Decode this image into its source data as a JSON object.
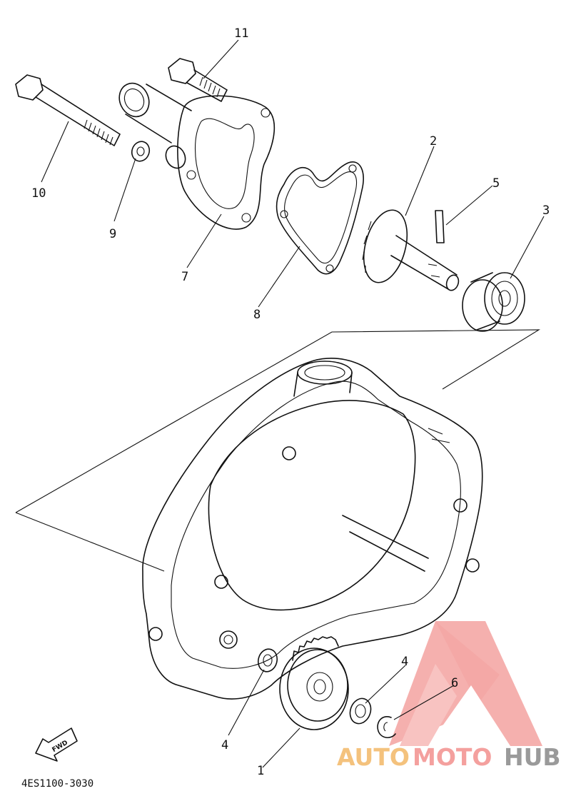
{
  "diagram": {
    "callouts": [
      {
        "id": "1",
        "text": "1"
      },
      {
        "id": "2",
        "text": "2"
      },
      {
        "id": "3",
        "text": "3"
      },
      {
        "id": "4a",
        "text": "4"
      },
      {
        "id": "4b",
        "text": "4"
      },
      {
        "id": "5",
        "text": "5"
      },
      {
        "id": "6",
        "text": "6"
      },
      {
        "id": "7",
        "text": "7"
      },
      {
        "id": "8",
        "text": "8"
      },
      {
        "id": "9",
        "text": "9"
      },
      {
        "id": "10",
        "text": "10"
      },
      {
        "id": "11",
        "text": "11"
      }
    ],
    "fwd_label": "FWD",
    "drawing_code": "4ES1100-3030"
  },
  "watermark": {
    "part1": "AUTO",
    "part2": "MOTO",
    "part3": "HUB",
    "colors": {
      "auto": "#f4c27d",
      "moto": "#f4a09e",
      "hub": "#9a9a9a",
      "logo": "#f08a86"
    }
  }
}
